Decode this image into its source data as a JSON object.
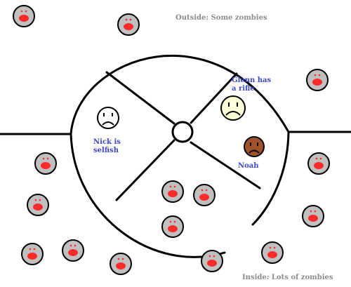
{
  "labels": {
    "outside": "Outside: Some zombies",
    "inside": "Inside: Lots of zombies",
    "nick": "Nick is\nselfish",
    "glenn": "Glenn has\na rifle",
    "noah": "Noah"
  },
  "colors": {
    "line": "#000000",
    "zombie_fill": "#c0c0c0",
    "zombie_mouth": "#ff2a2a",
    "nick_fill": "#ffffff",
    "glenn_fill": "#ffffd8",
    "noah_fill": "#a0522d",
    "label_gray": "#8c8c8c",
    "label_blue": "#3c46c8"
  }
}
